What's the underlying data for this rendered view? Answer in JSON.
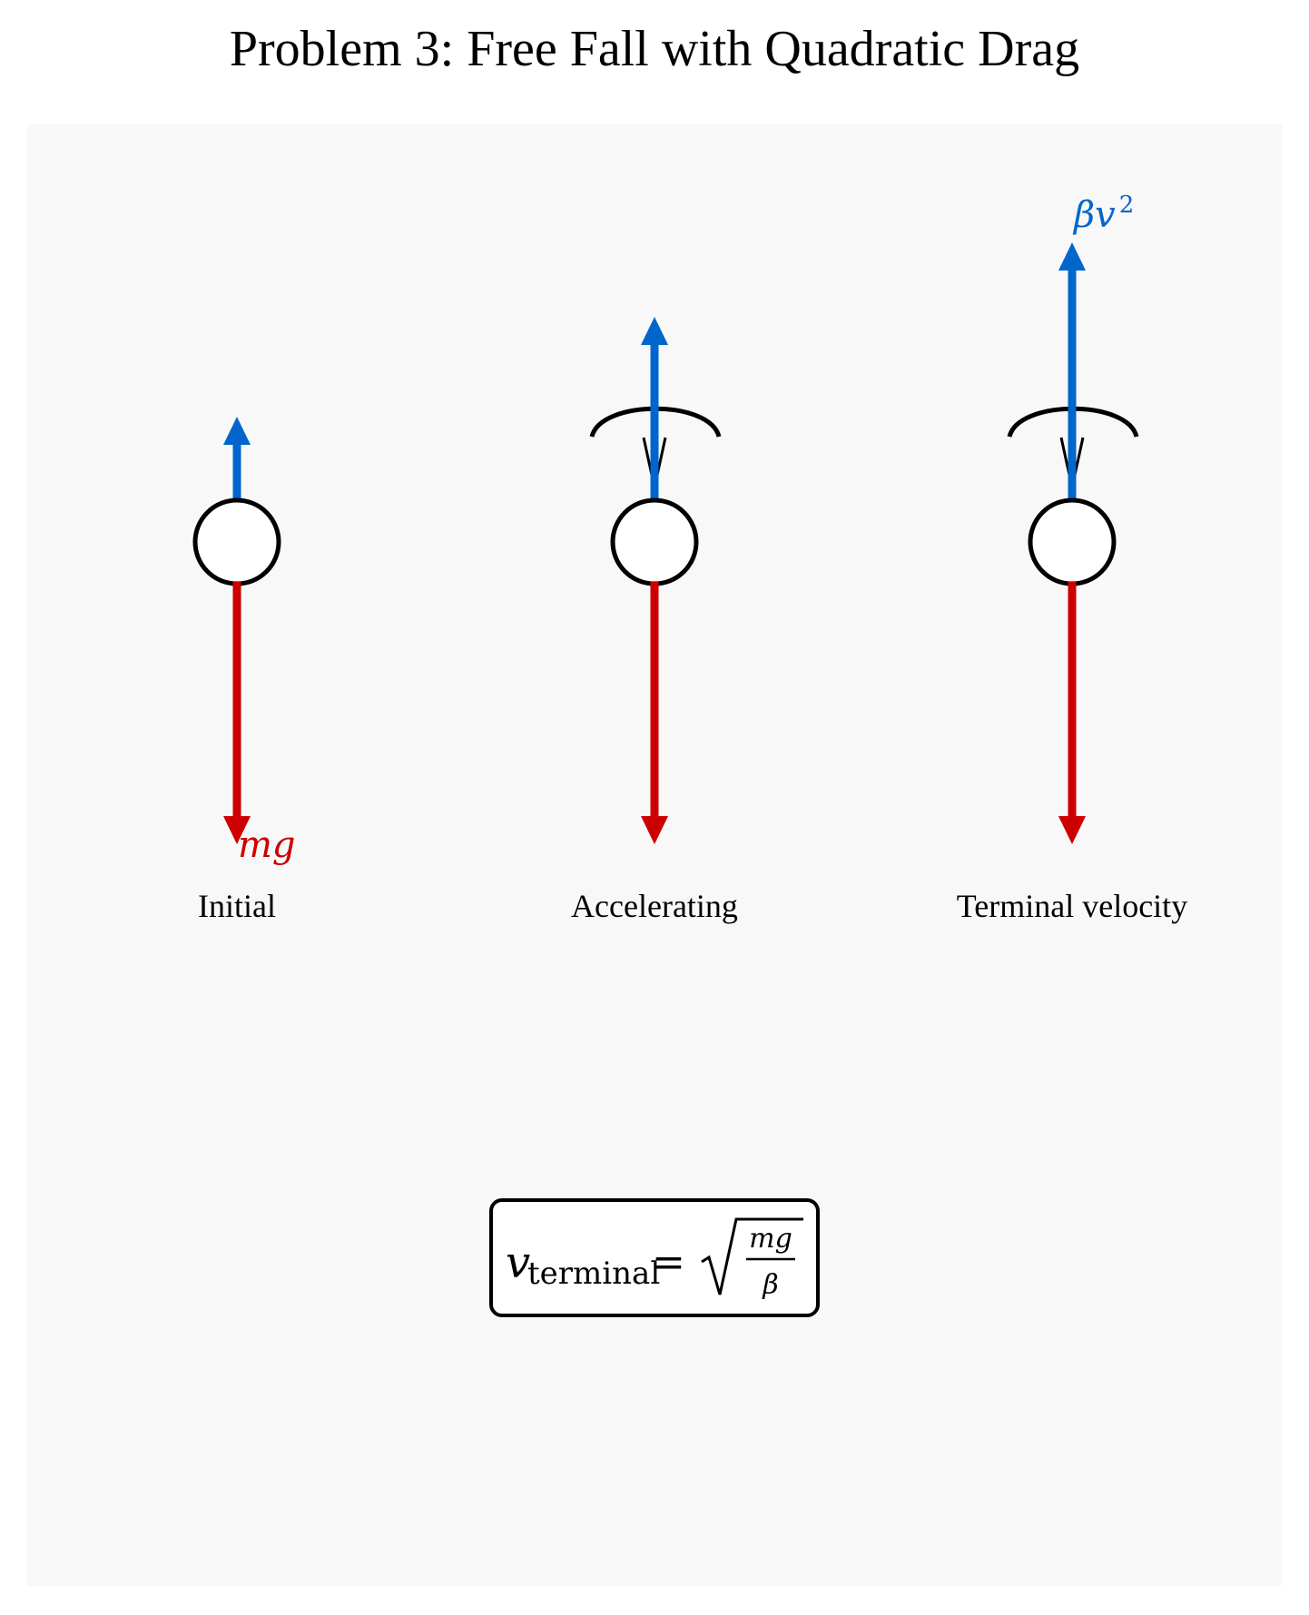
{
  "title": "Problem 3: Free Fall with Quadratic Drag",
  "colors": {
    "gravity": "#cc0000",
    "drag": "#0066cc",
    "panel": "#f8f8f8",
    "outline": "#000000"
  },
  "forces": {
    "gravity_label": "mg",
    "drag_label_main": "βv",
    "drag_label_exp": "2"
  },
  "stages": [
    {
      "label": "Initial"
    },
    {
      "label": "Accelerating"
    },
    {
      "label": "Terminal velocity"
    }
  ],
  "formula": {
    "lhs_var": "v",
    "lhs_sub": "terminal",
    "equals": "=",
    "numerator": "mg",
    "denominator": "β"
  }
}
